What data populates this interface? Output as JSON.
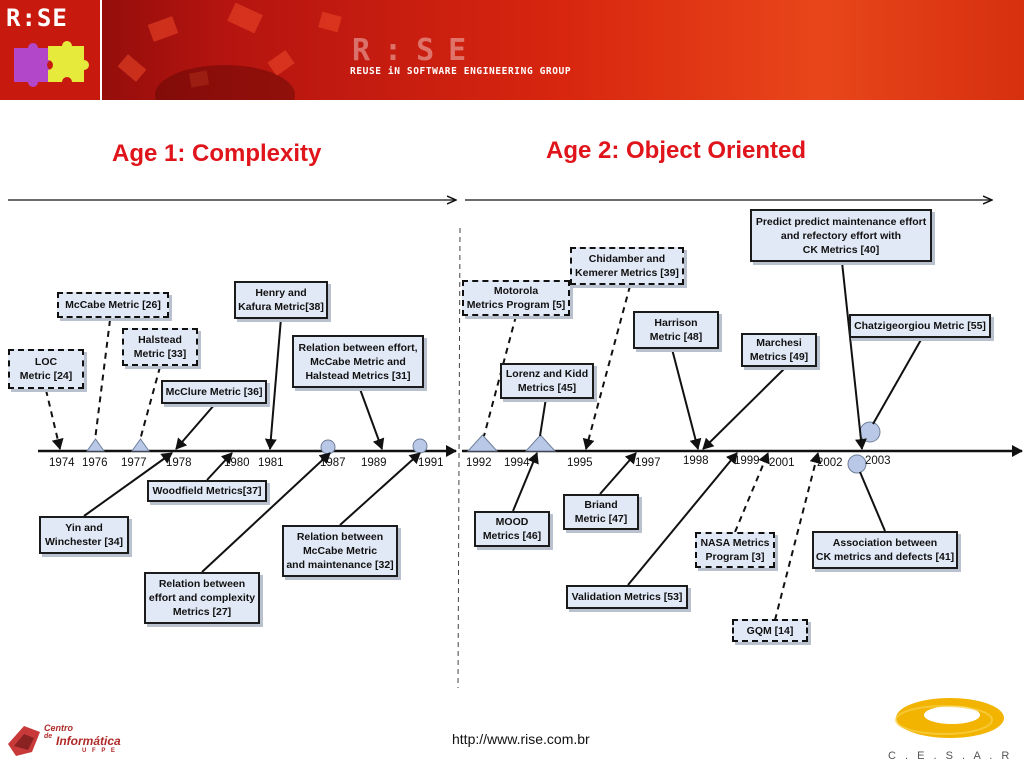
{
  "header": {
    "logo_text": "R:SE",
    "title": "R:SE",
    "subtitle": "REUSE iN SOFTWARE ENGINEERING GROUP"
  },
  "ages": {
    "age1": "Age 1: Complexity",
    "age2": "Age 2: Object Oriented"
  },
  "years": [
    "1974",
    "1976",
    "1977",
    "1978",
    "1980",
    "1981",
    "1987",
    "1989",
    "1991",
    "1992",
    "1994",
    "1995",
    "1997",
    "1998",
    "1999",
    "2001",
    "2002",
    "2003"
  ],
  "boxes": {
    "loc": [
      "LOC",
      "Metric [24]"
    ],
    "mccabe": [
      "McCabe Metric [26]"
    ],
    "halstead": [
      "Halstead",
      "Metric [33]"
    ],
    "mcclure": [
      "McClure Metric [36]"
    ],
    "henry": [
      "Henry and",
      "Kafura Metric[38]"
    ],
    "relation_effort": [
      "Relation between effort,",
      "McCabe Metric and",
      "Halstead Metrics [31]"
    ],
    "woodfield": [
      "Woodfield Metrics[37]"
    ],
    "yin": [
      "Yin and",
      "Winchester [34]"
    ],
    "relation_complexity": [
      "Relation between",
      "effort and complexity",
      "Metrics [27]"
    ],
    "relation_maintenance": [
      "Relation between",
      "McCabe Metric",
      "and maintenance [32]"
    ],
    "motorola": [
      "Motorola",
      "Metrics Program [5]"
    ],
    "chidamber": [
      "Chidamber and",
      "Kemerer Metrics [39]"
    ],
    "predict": [
      "Predict predict maintenance effort",
      "and refectory effort with",
      "CK Metrics [40]"
    ],
    "harrison": [
      "Harrison",
      "Metric [48]"
    ],
    "marchesi": [
      "Marchesi",
      "Metrics [49]"
    ],
    "chatzigeorgiou": [
      "Chatzigeorgiou Metric [55]"
    ],
    "lorenz": [
      "Lorenz and Kidd",
      "Metrics [45]"
    ],
    "mood": [
      "MOOD",
      "Metrics [46]"
    ],
    "briand": [
      "Briand",
      "Metric [47]"
    ],
    "nasa": [
      "NASA Metrics",
      "Program [3]"
    ],
    "association": [
      "Association between",
      "CK metrics and defects [41]"
    ],
    "validation": [
      "Validation Metrics [53]"
    ],
    "gqm": [
      "GQM [14]"
    ]
  },
  "footer": {
    "url": "http://www.rise.com.br",
    "left_logo_line1": "Centro",
    "left_logo_line2": "de",
    "left_logo_line3": "Informática",
    "left_logo_line4": "U F P E",
    "right_logo_text": "C . E . S . A . R"
  },
  "colors": {
    "title_red": "#e0151b",
    "box_fill": "#e2e9f6",
    "marker_fill": "#b8c8e6",
    "banner_red": "#d8260f"
  }
}
